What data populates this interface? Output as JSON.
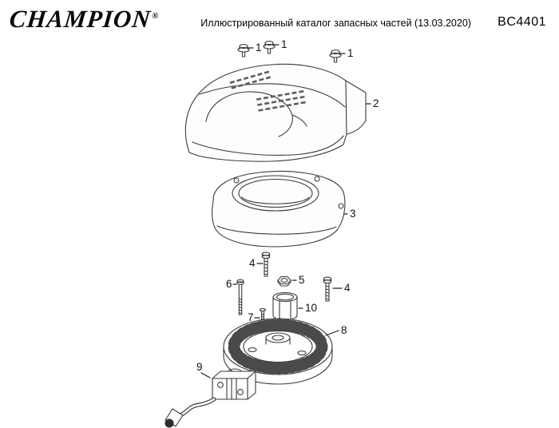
{
  "header": {
    "brand": "CHAMPION",
    "registered_mark": "®",
    "subtitle": "Иллюстрированный каталог запасных частей (13.03.2020)",
    "model": "BC4401"
  },
  "diagram": {
    "callouts": [
      "1",
      "1",
      "1",
      "2",
      "3",
      "4",
      "5",
      "4",
      "6",
      "10",
      "7",
      "8",
      "9"
    ]
  }
}
